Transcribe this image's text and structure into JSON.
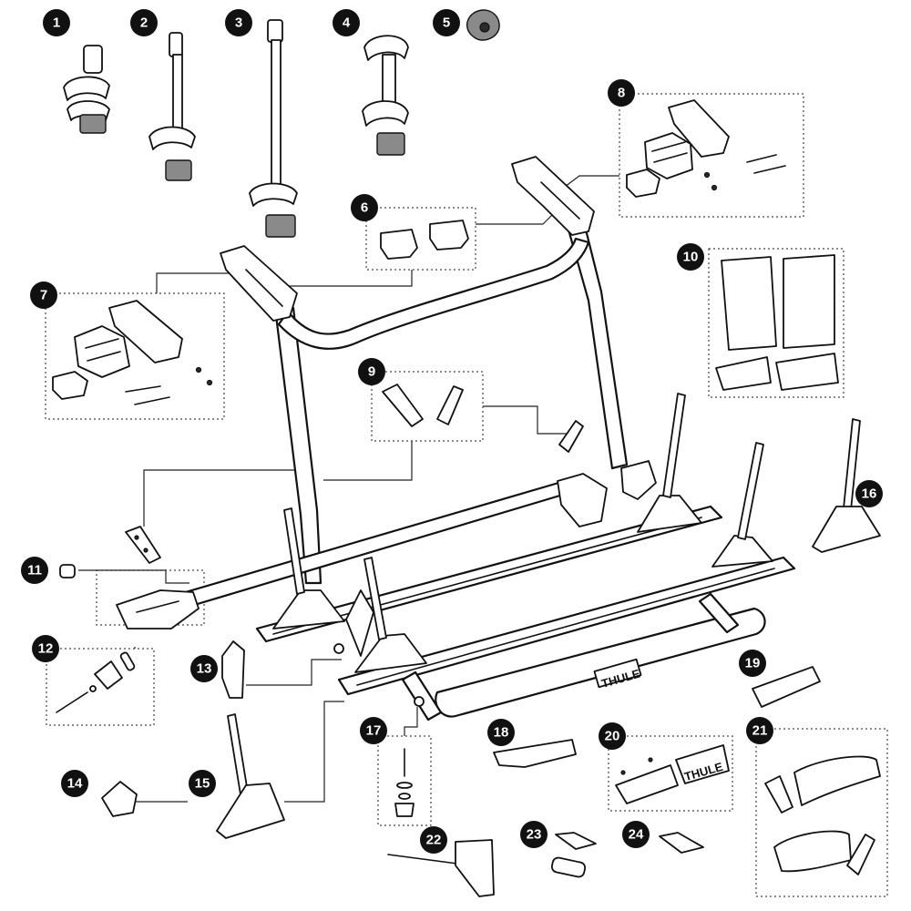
{
  "callouts": [
    "1",
    "2",
    "3",
    "4",
    "5",
    "6",
    "7",
    "8",
    "9",
    "10",
    "11",
    "12",
    "13",
    "14",
    "15",
    "16",
    "17",
    "18",
    "19",
    "20",
    "21",
    "22",
    "23",
    "24"
  ],
  "brand_label": "THULE",
  "brand_label_small": "THULE"
}
